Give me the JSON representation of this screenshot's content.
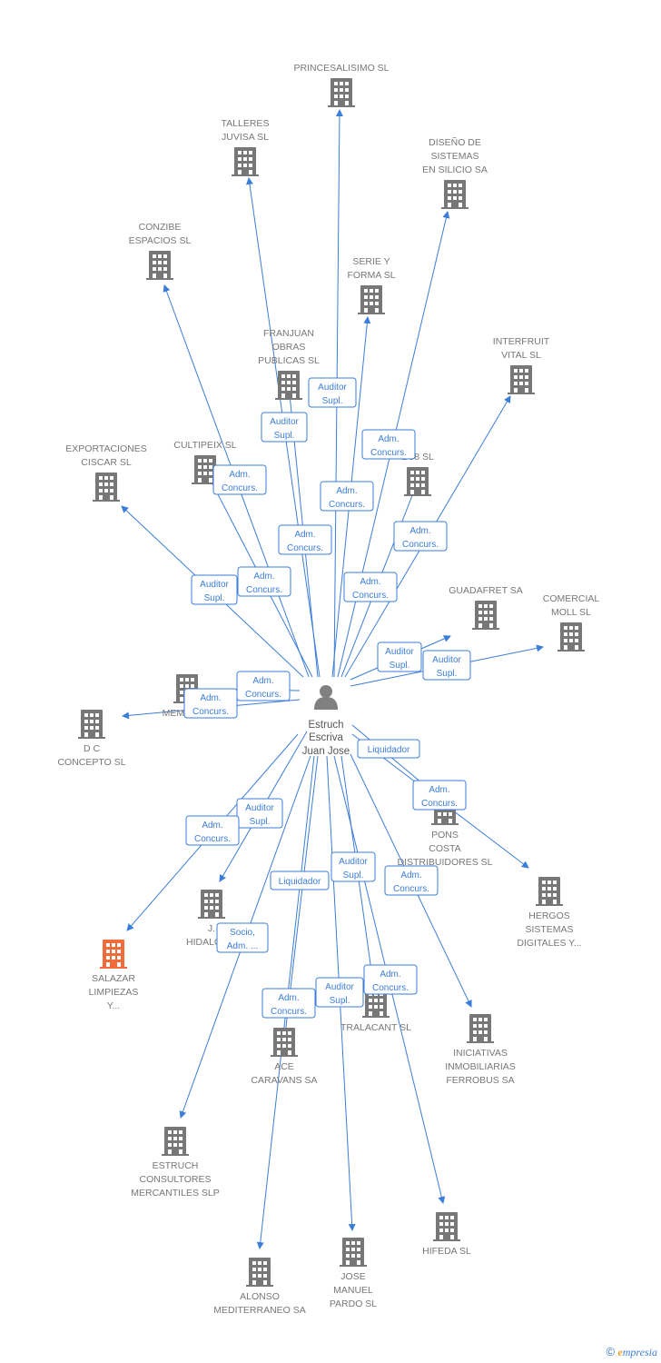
{
  "center": {
    "name_lines": [
      "Estruch",
      "Escriva",
      "Juan Jose"
    ],
    "icon": "person-icon"
  },
  "colors": {
    "edge": "#3b7dd8",
    "company": "#777777",
    "highlight": "#f26b3a"
  },
  "nodes": [
    {
      "id": "princesalisimo",
      "lines": [
        "PRINCESALISIMO SL"
      ]
    },
    {
      "id": "talleres-juvisa",
      "lines": [
        "TALLERES",
        "JUVISA SL"
      ]
    },
    {
      "id": "diseno-sistemas",
      "lines": [
        "DISEÑO DE",
        "SISTEMAS",
        "EN SILICIO SA"
      ]
    },
    {
      "id": "conzibe",
      "lines": [
        "CONZIBE",
        "ESPACIOS SL"
      ]
    },
    {
      "id": "serie-forma",
      "lines": [
        "SERIE Y",
        "FORMA SL"
      ]
    },
    {
      "id": "franjuan",
      "lines": [
        "FRANJUAN",
        "OBRAS",
        "PUBLICAS SL"
      ]
    },
    {
      "id": "interfruit",
      "lines": [
        "INTERFRUIT",
        "VITAL SL"
      ]
    },
    {
      "id": "exportaciones-ciscar",
      "lines": [
        "EXPORTACIONES",
        "CISCAR SL"
      ]
    },
    {
      "id": "cultipeix",
      "lines": [
        "CULTIPEIX SL"
      ]
    },
    {
      "id": "l98",
      "lines": [
        "L 98 SL"
      ]
    },
    {
      "id": "guadafret",
      "lines": [
        "GUADAFRET SA"
      ]
    },
    {
      "id": "comercial-moll",
      "lines": [
        "COMERCIAL",
        "MOLL SL"
      ]
    },
    {
      "id": "membra",
      "lines": [
        "MEMBRA..."
      ]
    },
    {
      "id": "dc-concepto",
      "lines": [
        "D C",
        "CONCEPTO SL"
      ]
    },
    {
      "id": "pons-costa",
      "lines": [
        "PONS",
        "COSTA",
        "DISTRIBUIDORES SL"
      ]
    },
    {
      "id": "hergos",
      "lines": [
        "HERGOS",
        "SISTEMAS",
        "DIGITALES Y..."
      ]
    },
    {
      "id": "j-hidalgo",
      "lines": [
        "J.",
        "HIDALGO..."
      ]
    },
    {
      "id": "salazar",
      "lines": [
        "SALAZAR",
        "LIMPIEZAS",
        "Y..."
      ]
    },
    {
      "id": "tralacant",
      "lines": [
        "TRALACANT SL"
      ]
    },
    {
      "id": "iniciativas",
      "lines": [
        "INICIATIVAS",
        "INMOBILIARIAS",
        "FERROBUS SA"
      ]
    },
    {
      "id": "ace-caravans",
      "lines": [
        "ACE",
        "CARAVANS SA"
      ]
    },
    {
      "id": "estruch-consultores",
      "lines": [
        "ESTRUCH",
        "CONSULTORES",
        "MERCANTILES SLP"
      ]
    },
    {
      "id": "hifeda",
      "lines": [
        "HIFEDA SL"
      ]
    },
    {
      "id": "alonso",
      "lines": [
        "ALONSO",
        "MEDITERRANEO SA"
      ]
    },
    {
      "id": "jose-manuel",
      "lines": [
        "JOSE",
        "MANUEL",
        "PARDO SL"
      ]
    }
  ],
  "relations": [
    {
      "target": "princesalisimo",
      "lines": [
        "Auditor",
        "Supl."
      ]
    },
    {
      "target": "talleres-juvisa",
      "lines": [
        "Auditor",
        "Supl."
      ]
    },
    {
      "target": "diseno-sistemas",
      "lines": [
        "Adm.",
        "Concurs."
      ]
    },
    {
      "target": "cultipeix",
      "lines": [
        "Adm.",
        "Concurs."
      ]
    },
    {
      "target": "serie-forma",
      "lines": [
        "Adm.",
        "Concurs."
      ]
    },
    {
      "target": "franjuan",
      "lines": [
        "Adm.",
        "Concurs."
      ]
    },
    {
      "target": "l98",
      "lines": [
        "Adm.",
        "Concurs."
      ]
    },
    {
      "target": "exportaciones-ciscar",
      "lines": [
        "Auditor",
        "Supl."
      ]
    },
    {
      "target": "conzibe",
      "lines": [
        "Adm.",
        "Concurs."
      ]
    },
    {
      "target": "interfruit",
      "lines": [
        "Adm.",
        "Concurs."
      ]
    },
    {
      "target": "guadafret",
      "lines": [
        "Auditor",
        "Supl."
      ]
    },
    {
      "target": "comercial-moll",
      "lines": [
        "Auditor",
        "Supl."
      ]
    },
    {
      "target": "membra",
      "lines": [
        "Adm.",
        "Concurs."
      ]
    },
    {
      "target": "dc-concepto",
      "lines": [
        "Adm.",
        "Concurs."
      ]
    },
    {
      "target": "pons-costa",
      "lines": [
        "Liquidador"
      ]
    },
    {
      "target": "hergos",
      "lines": [
        "Adm.",
        "Concurs."
      ]
    },
    {
      "target": "j-hidalgo",
      "lines": [
        "Auditor",
        "Supl."
      ]
    },
    {
      "target": "salazar",
      "lines": [
        "Adm.",
        "Concurs."
      ]
    },
    {
      "target": "estruch-consultores",
      "lines": [
        "Liquidador"
      ]
    },
    {
      "target": "tralacant",
      "lines": [
        "Auditor",
        "Supl."
      ]
    },
    {
      "target": "iniciativas",
      "lines": [
        "Adm.",
        "Concurs."
      ]
    },
    {
      "target": "j-hidalgo-socio",
      "lines": [
        "Socio,",
        "Adm. ..."
      ]
    },
    {
      "target": "alonso",
      "lines": [
        "Adm.",
        "Concurs."
      ]
    },
    {
      "target": "jose-manuel",
      "lines": [
        "Auditor",
        "Supl."
      ]
    },
    {
      "target": "hifeda",
      "lines": [
        "Adm.",
        "Concurs."
      ]
    }
  ],
  "footer": {
    "copyright": "©",
    "brand_initial": "e",
    "brand_rest": "mpresia"
  }
}
